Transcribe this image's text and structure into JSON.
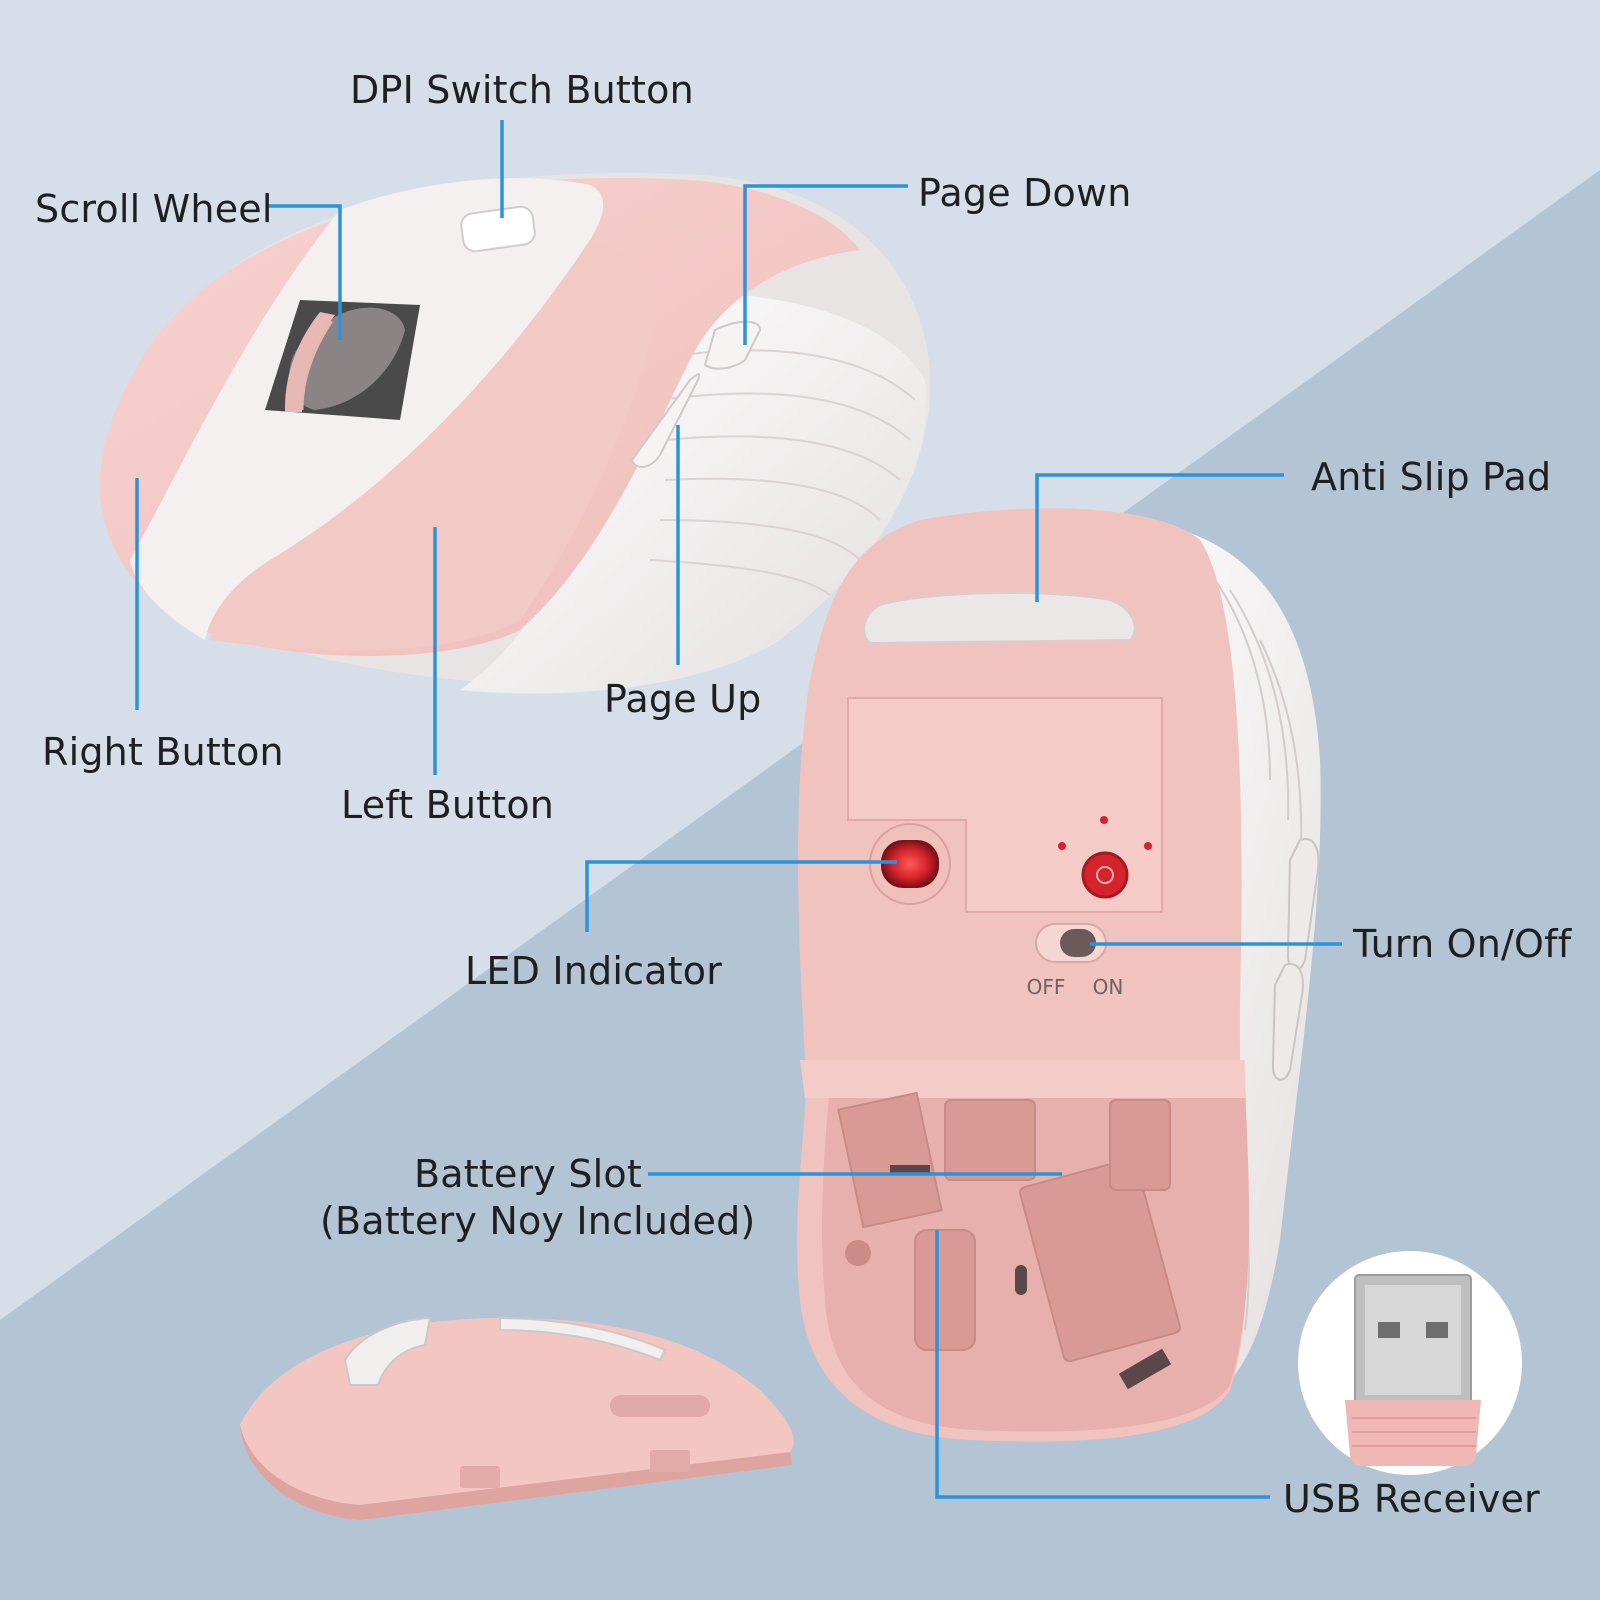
{
  "colors": {
    "background_light": "#d7e0ea",
    "background_dark": "#b3c5d6",
    "mouse_pink": "#f2c6c3",
    "mouse_pink_shadow": "#e1a9a6",
    "mouse_white": "#f1eeee",
    "callout_line": "#2a93dc",
    "led_red": "#d4232c"
  },
  "labels": {
    "dpi_switch_button": "DPI Switch Button",
    "scroll_wheel": "Scroll Wheel",
    "page_down": "Page Down",
    "page_up": "Page Up",
    "right_button": "Right Button",
    "left_button": "Left Button",
    "anti_slip_pad": "Anti Slip Pad",
    "led_indicator": "LED Indicator",
    "turn_on_off": "Turn On/Off",
    "battery_slot_line1": "Battery Slot",
    "battery_slot_line2": "(Battery Noy Included)",
    "usb_receiver": "USB Receiver"
  },
  "switch_labels": {
    "off": "OFF",
    "on": "ON"
  },
  "icons": [
    "wireless-mouse-top-view",
    "wireless-mouse-bottom-view",
    "battery-cover",
    "usb-receiver-dongle"
  ]
}
